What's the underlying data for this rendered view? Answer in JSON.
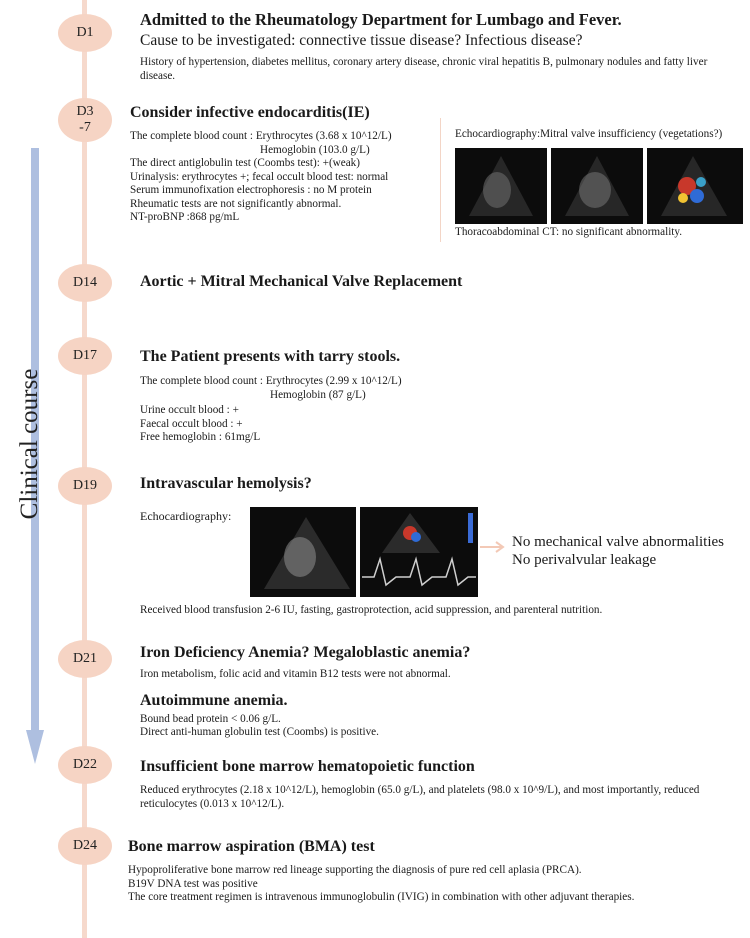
{
  "course_label": "Clinical course",
  "days": [
    "D1",
    "D3\n-7",
    "D14",
    "D17",
    "D19",
    "D21",
    "D22",
    "D24"
  ],
  "d1": {
    "title": "Admitted to the Rheumatology Department for Lumbago and Fever.",
    "subtitle": "Cause to be investigated: connective tissue disease? Infectious disease?",
    "history": "History of hypertension, diabetes mellitus, coronary artery disease, chronic viral hepatitis B, pulmonary nodules and fatty liver disease."
  },
  "d3": {
    "title": "Consider infective endocarditis(IE)",
    "lines": [
      "The complete blood count : Erythrocytes (3.68 x 10^12/L)",
      "Hemoglobin (103.0 g/L)",
      "The direct antiglobulin test (Coombs test): +(weak)",
      "Urinalysis: erythrocytes +; fecal occult blood test: normal",
      "Serum immunofixation electrophoresis : no M protein",
      "Rheumatic tests are not significantly abnormal.",
      "NT-proBNP :868 pg/mL"
    ],
    "echo_caption": "Echocardiography:Mitral valve insufficiency (vegetations?)",
    "ct_caption": "Thoracoabdominal CT: no significant abnormality."
  },
  "d14": {
    "title": "Aortic + Mitral Mechanical Valve Replacement"
  },
  "d17": {
    "title": "The Patient presents with tarry stools.",
    "lines": [
      "The complete blood count : Erythrocytes (2.99 x 10^12/L)",
      "Hemoglobin (87 g/L)",
      "Urine occult blood : +",
      "Faecal occult blood : +",
      "Free hemoglobin : 61mg/L"
    ]
  },
  "d19": {
    "title": "Intravascular hemolysis?",
    "echo_label": "Echocardiography:",
    "finding1": "No mechanical valve abnormalities",
    "finding2": "No perivalvular leakage",
    "treatment": "Received blood transfusion 2-6 IU, fasting, gastroprotection, acid suppression, and parenteral nutrition."
  },
  "d21": {
    "title": "Iron Deficiency Anemia?  Megaloblastic anemia?",
    "note": "Iron metabolism, folic acid and vitamin B12 tests were not abnormal.",
    "title2": "Autoimmune anemia.",
    "line1": "Bound bead protein < 0.06 g/L.",
    "line2": "Direct anti-human globulin test (Coombs) is positive."
  },
  "d22": {
    "title": "Insufficient bone marrow hematopoietic function",
    "text": "Reduced erythrocytes (2.18 x 10^12/L), hemoglobin (65.0 g/L), and platelets (98.0 x 10^9/L), and most importantly, reduced reticulocytes (0.013 x 10^12/L)."
  },
  "d24": {
    "title": "Bone marrow aspiration (BMA) test",
    "line1": "Hypoproliferative bone marrow red lineage supporting the diagnosis of pure red cell aplasia (PRCA).",
    "line2": "B19V DNA test was positive",
    "line3": "The core treatment regimen is intravenous immunoglobulin (IVIG) in combination with other adjuvant therapies."
  },
  "colors": {
    "node": "#f6d4c4",
    "arrow": "#aebfe0",
    "line": "#f6d9cc"
  }
}
